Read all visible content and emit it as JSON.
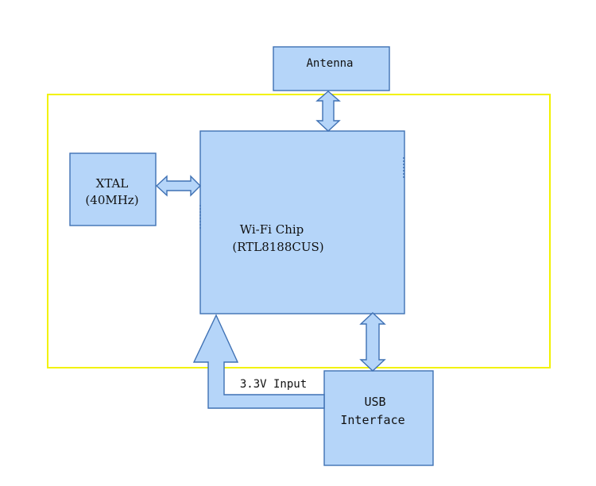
{
  "blocks": {
    "antenna": {
      "label": "Antenna"
    },
    "xtal": {
      "line1": "XTAL",
      "line2": "(40MHz)"
    },
    "wifi_chip": {
      "line1": "Wi-Fi Chip",
      "line2": "(RTL8188CUS)"
    },
    "usb": {
      "line1": "USB",
      "line2": "Interface"
    }
  },
  "connections": {
    "power": {
      "label": "3.3V Input"
    }
  },
  "colors": {
    "block_fill": "#b5d5f9",
    "block_stroke": "#3f71b4",
    "frame": "#f2f200"
  }
}
